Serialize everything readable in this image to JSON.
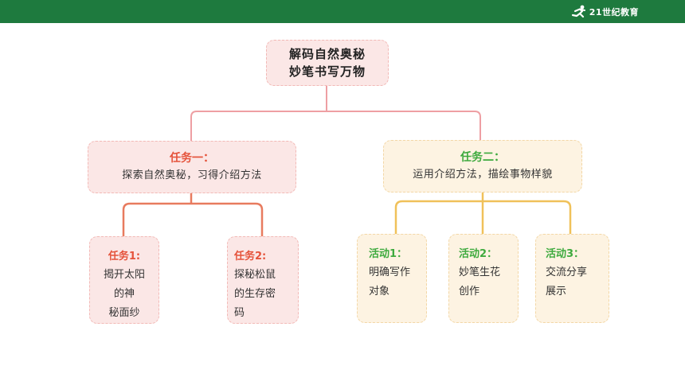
{
  "brand": {
    "logo_text": "21世纪教育"
  },
  "colors": {
    "header": "#1e7a3e",
    "pink_line": "#ee9fa3",
    "red_line": "#e87b5f",
    "gold_line": "#f0c15a"
  },
  "title": {
    "line1": "解码自然奥秘",
    "line2": "妙笔书写万物"
  },
  "task1": {
    "head": "任务一：",
    "body": "探索自然奥秘，习得介绍方法"
  },
  "task2": {
    "head": "任务二：",
    "body": "运用介绍方法，描绘事物样貌"
  },
  "sub_tasks": [
    {
      "head": "任务1:",
      "lines": [
        "揭开太阳",
        "的神",
        "秘面纱"
      ]
    },
    {
      "head": "任务2:",
      "lines": [
        "探秘松鼠",
        "的生存密",
        "码"
      ]
    }
  ],
  "activities": [
    {
      "head": "活动1：",
      "lines": [
        "明确写作",
        "对象"
      ]
    },
    {
      "head": "活动2：",
      "lines": [
        "妙笔生花",
        "创作"
      ]
    },
    {
      "head": "活动3：",
      "lines": [
        "交流分享",
        "展示"
      ]
    }
  ]
}
